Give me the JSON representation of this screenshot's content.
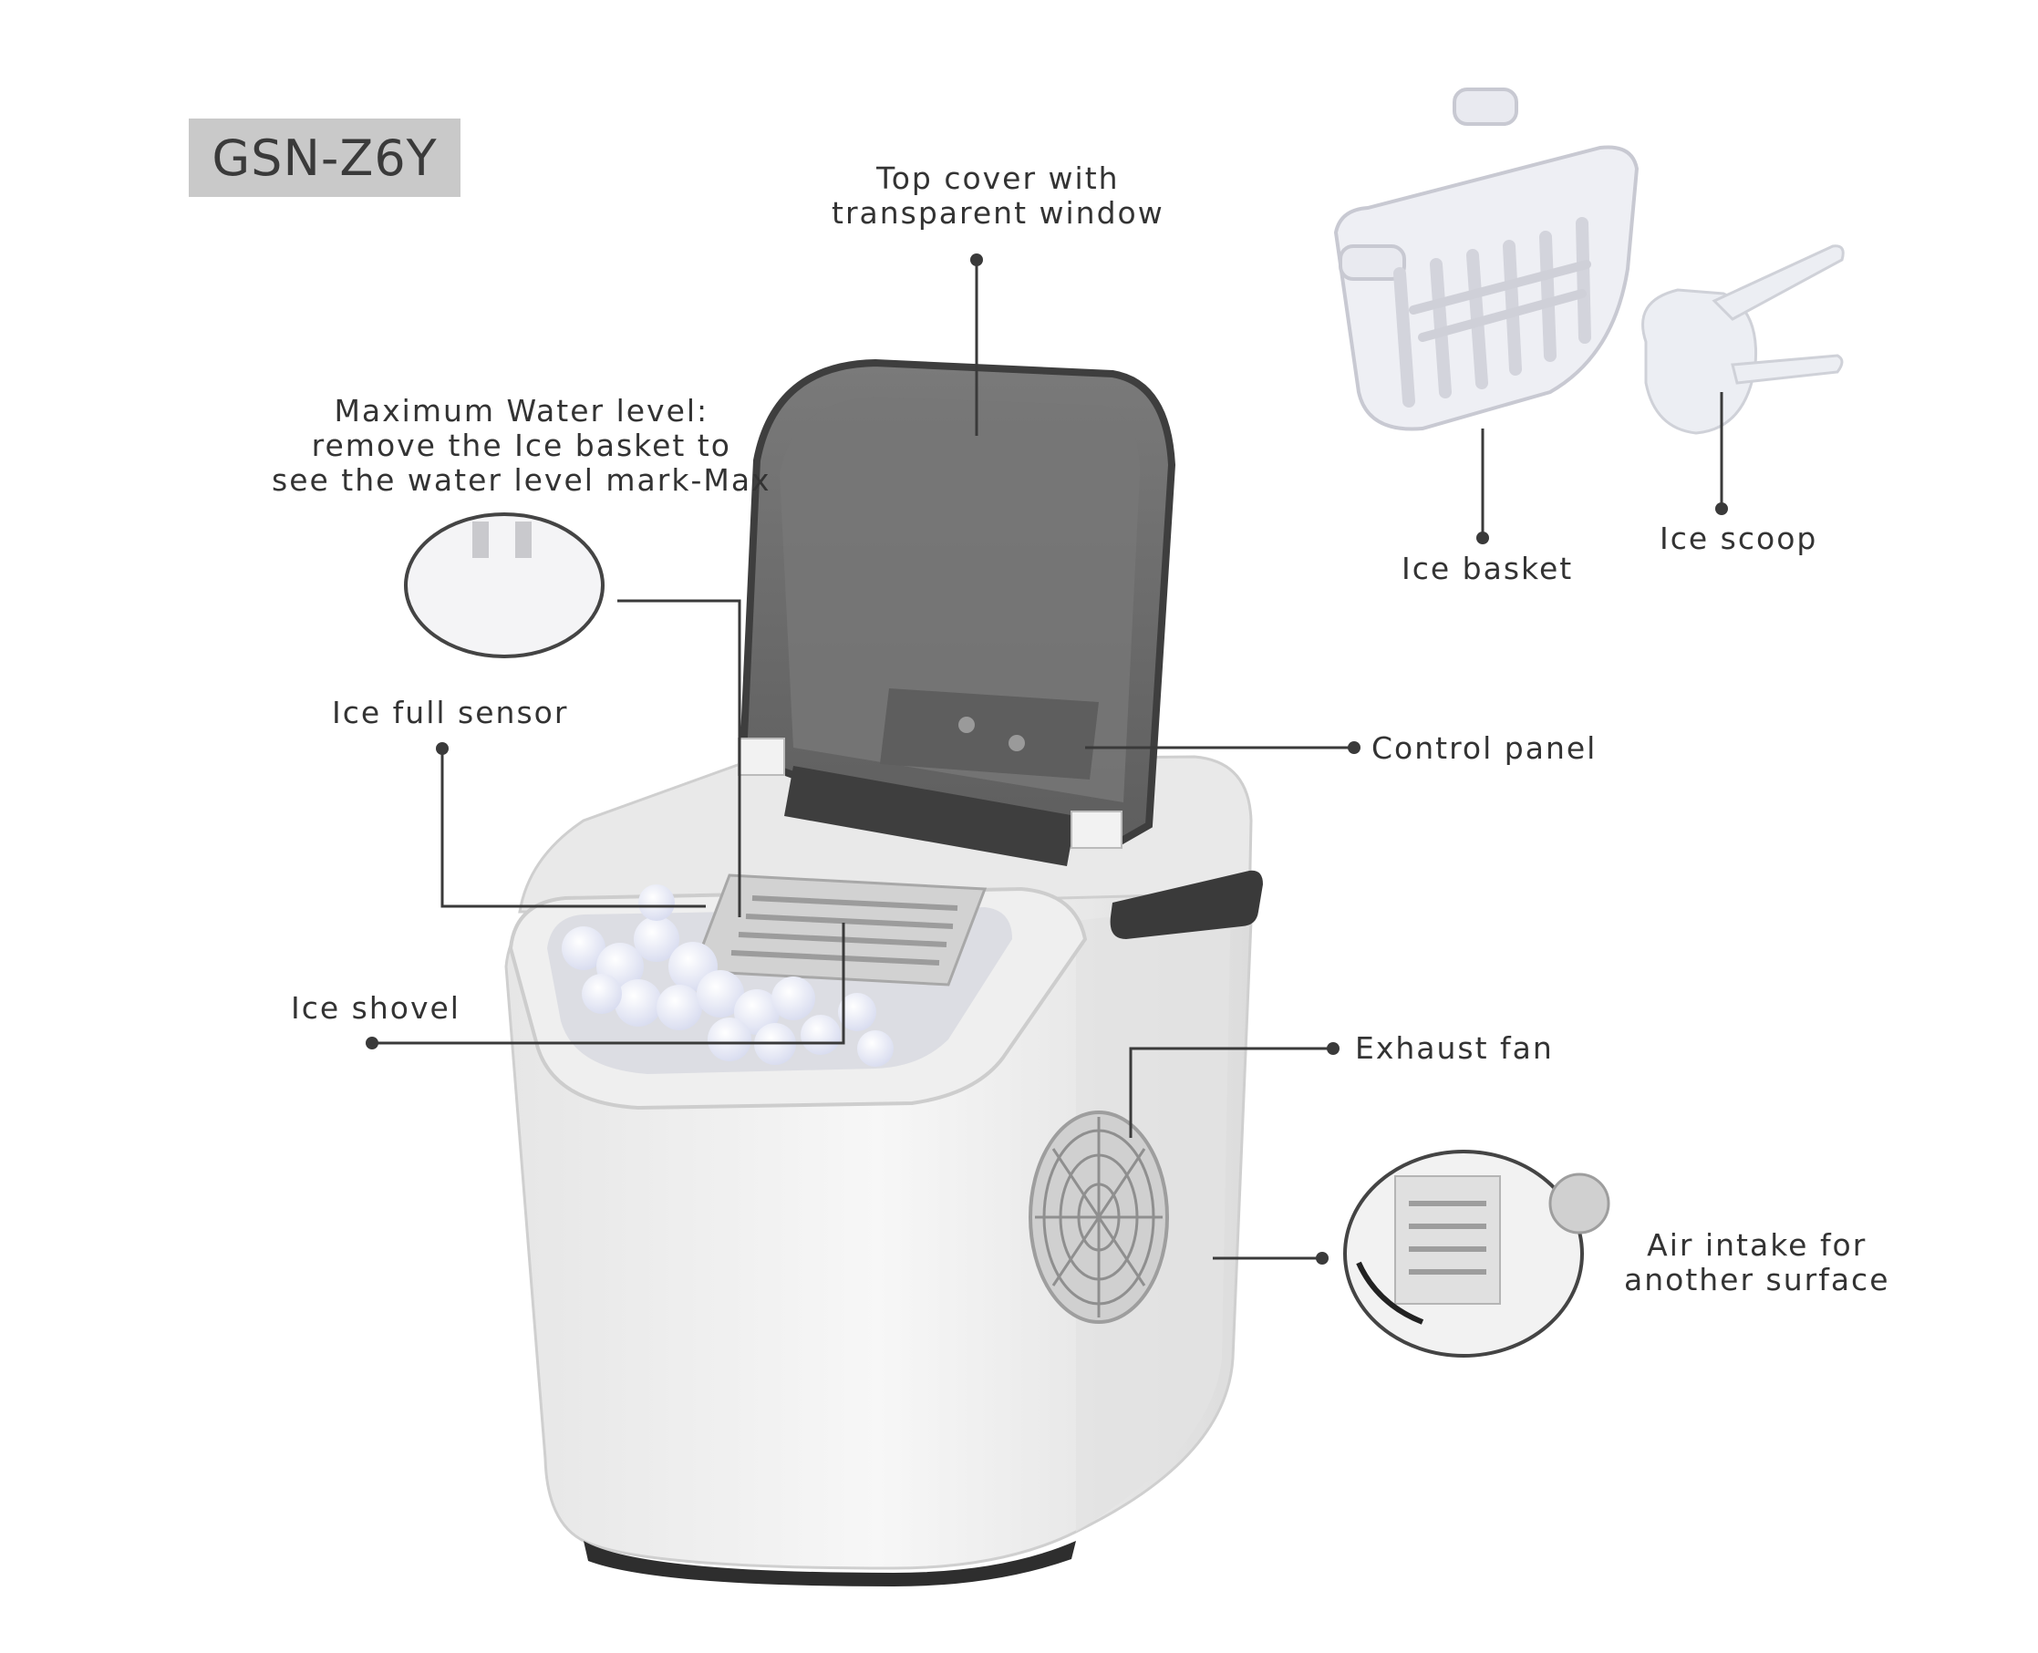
{
  "model": "GSN-Z6Y",
  "labels": {
    "top_cover": [
      "Top cover with",
      "transparent window"
    ],
    "max_water": [
      "Maximum Water level:",
      "remove the Ice basket to",
      "see the water level mark-Max"
    ],
    "ice_full_sensor": "Ice full sensor",
    "ice_shovel": "Ice shovel",
    "control_panel": "Control panel",
    "exhaust_fan": "Exhaust fan",
    "air_intake": [
      "Air intake for",
      "another surface"
    ],
    "ice_basket": "Ice basket",
    "ice_scoop": "Ice scoop"
  },
  "colors": {
    "body": "#f2f2f2",
    "lid": "#6b6b6b",
    "leader_line": "#3a3a3a",
    "badge": "#c9c9c9",
    "text": "#333333"
  }
}
